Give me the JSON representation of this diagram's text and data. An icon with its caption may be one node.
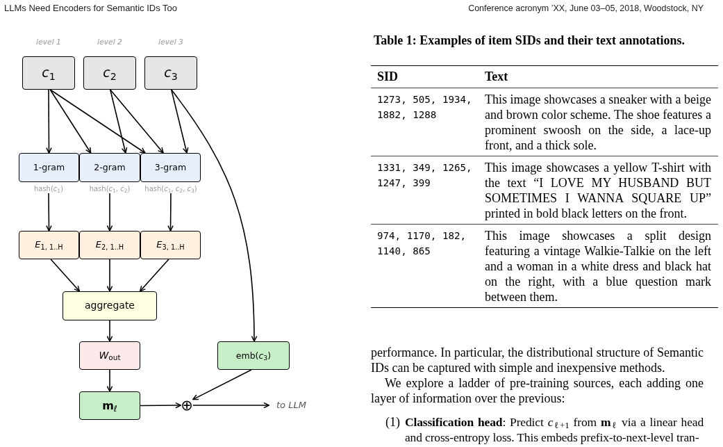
{
  "diagram": {
    "nodes": [
      {
        "text": [
          "*c*$_{1}$"
        ],
        "beside": [
          "level 1"
        ]
      },
      {
        "text": [
          "*c*$_{2}$"
        ],
        "beside": [
          "level 2"
        ]
      },
      {
        "text": [
          "*c*$_{3}$"
        ],
        "beside": [
          "level 3"
        ]
      },
      {
        "text": [
          "1-gram"
        ]
      },
      {
        "text": [
          "2-gram"
        ]
      },
      {
        "text": [
          "3-gram"
        ]
      },
      {
        "text": [
          "hash(*c*$_{1}$)"
        ]
      },
      {
        "text": [
          "hash(*c*$_{1}$, *c*$_{2}$)"
        ]
      },
      {
        "text": [
          "hash(*c*$_{1}$, *c*$_{2}$, *c*$_{3}$)"
        ]
      },
      {
        "text": [
          "*E*$_{1, 1..H}$"
        ]
      },
      {
        "text": [
          "*E*$_{2, 1..H}$"
        ]
      },
      {
        "text": [
          "*E*$_{3, 1..H}$"
        ]
      },
      {
        "text": [
          "aggregate"
        ]
      },
      {
        "text": [
          "*W*$_{out}$"
        ]
      },
      {
        "text": [
          "emb(*c*$_{3}$)"
        ]
      },
      {
        "text": [
          "**m**$_{ℓ}$"
        ]
      },
      {
        "text": [
          "⊕"
        ]
      },
      {
        "text": [
          "to LLM"
        ]
      }
    ],
    "edges": [
      {
        "from": 0,
        "to": 3,
        "arrow": "to"
      },
      {
        "from": 0,
        "to": 4,
        "arrow": "to"
      },
      {
        "from": 0,
        "to": 5,
        "arrow": "to"
      },
      {
        "from": 1,
        "to": 4,
        "arrow": "to"
      },
      {
        "from": 1,
        "to": 5,
        "arrow": "to"
      },
      {
        "from": 2,
        "to": 5,
        "arrow": "to"
      },
      {
        "from": 2,
        "to": 14,
        "arrow": "to"
      },
      {
        "from": 6,
        "to": 9,
        "arrow": "to"
      },
      {
        "from": 7,
        "to": 10,
        "arrow": "to"
      },
      {
        "from": 8,
        "to": 11,
        "arrow": "to"
      },
      {
        "from": 9,
        "to": 12,
        "arrow": "to"
      },
      {
        "from": 10,
        "to": 12,
        "arrow": "to"
      },
      {
        "from": 11,
        "to": 12,
        "arrow": "to"
      },
      {
        "from": 12,
        "to": 13,
        "arrow": "to"
      },
      {
        "from": 13,
        "to": 15,
        "arrow": "to"
      },
      {
        "from": 15,
        "to": 16,
        "arrow": "to"
      },
      {
        "from": 14,
        "to": 16,
        "arrow": "to"
      },
      {
        "from": 16,
        "to": 17,
        "arrow": "to"
      }
    ],
    "labels": [
      "LLMs Need Encoders for Semantic IDs Too",
      "Conference acronym ’XX, June 03–05, 2018, Woodstock, NY",
      "Table 1: Examples of item SIDs and their text annotations.",
      "SID",
      "Text",
      "1273, 505, 1934, 1882, 1288",
      "This image showcases a sneaker with a beige and brown color scheme. The shoe features a prominent swoosh on the side, a lace-up front, and a thick sole.",
      "1331, 349, 1265, 1247, 399",
      "This image showcases a yellow T-shirt with the text “I LOVE MY HUSBAND BUT SOMETIMES I WANNA SQUARE UP” printed in bold black letters on the front.",
      "974, 1170, 182, 1140, 865",
      "This image showcases a split design featuring a vintage Walkie-Talkie on the left and a woman in a white dress and black hat on the right, with a blue question mark between them.",
      "performance. In particular, the distributional structure of Semantic IDs can be captured with simple and inexpensive methods.",
      "We explore a ladder of pre-training sources, each adding one layer of information over the previous:",
      "(1)",
      "**Classification head**: Predict *c*$_{ℓ+1}$ from **m**$_{ℓ}$ via a linear head and cross-entropy loss. This embeds prefix-to-next-level tran-"
    ]
  }
}
